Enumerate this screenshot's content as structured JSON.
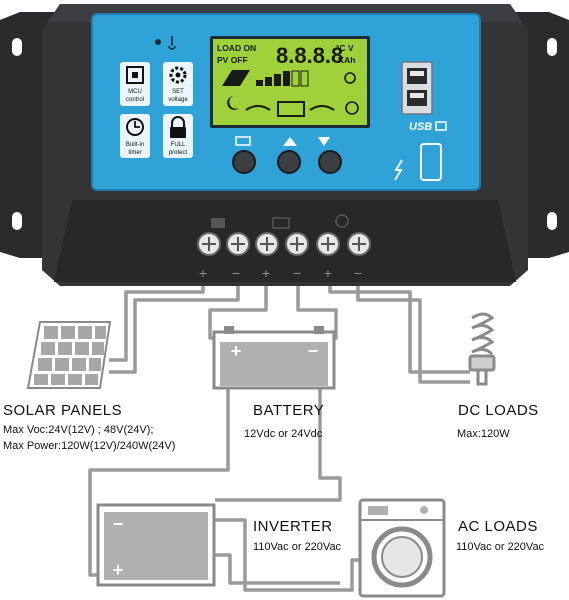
{
  "controller": {
    "lcd": {
      "load_on": "LOAD ON",
      "pv_off": "PV OFF",
      "digits": "8.8.8.8",
      "unit_top": "°C V",
      "unit_bottom": "KAh"
    },
    "features": [
      {
        "id": "mcu",
        "line1": "MCU",
        "line2": "control",
        "icon": "chip-icon"
      },
      {
        "id": "set",
        "line1": "SET",
        "line2": "voltage",
        "icon": "gear-icon"
      },
      {
        "id": "timer",
        "line1": "Built-in",
        "line2": "timer",
        "icon": "clock-icon"
      },
      {
        "id": "protect",
        "line1": "FULL",
        "line2": "protect",
        "icon": "lock-icon"
      }
    ],
    "usb_label": "USB",
    "terminal_signs": [
      "+",
      "−",
      "+",
      "−",
      "+",
      "−"
    ],
    "colors": {
      "body": "#2f3032",
      "panel": "#2fa3d8",
      "lcd": "#9fd13a",
      "wire": "#9a9a9a"
    }
  },
  "solar": {
    "title": "SOLAR  PANELS",
    "spec1": "Max  Voc:24V(12V) ; 48V(24V);",
    "spec2": "Max  Power:120W(12V)/240W(24V)"
  },
  "battery": {
    "title": "BATTERY",
    "spec": "12Vdc  or  24Vdc",
    "plus": "+",
    "minus": "−"
  },
  "dc_loads": {
    "title": "DC LOADS",
    "spec": "Max:120W"
  },
  "inverter": {
    "title": "INVERTER",
    "spec": "110Vac  or  220Vac",
    "minus": "−",
    "plus": "+"
  },
  "ac_loads": {
    "title": "AC LOADS",
    "spec": "110Vac  or  220Vac"
  }
}
